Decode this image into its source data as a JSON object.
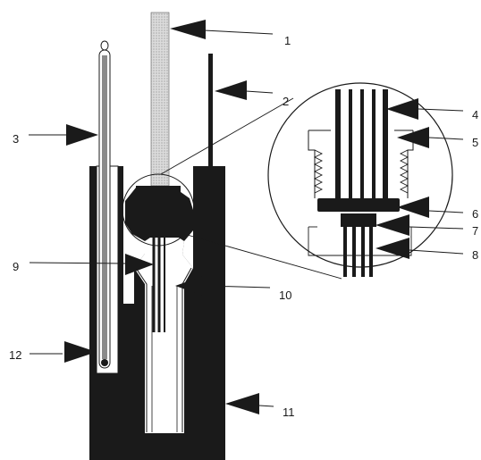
{
  "diagram": {
    "callouts": [
      {
        "id": "1",
        "label": "1"
      },
      {
        "id": "2",
        "label": "2"
      },
      {
        "id": "3",
        "label": "3"
      },
      {
        "id": "4",
        "label": "4"
      },
      {
        "id": "5",
        "label": "5"
      },
      {
        "id": "6",
        "label": "6"
      },
      {
        "id": "7",
        "label": "7"
      },
      {
        "id": "8",
        "label": "8"
      },
      {
        "id": "9",
        "label": "9"
      },
      {
        "id": "10",
        "label": "10"
      },
      {
        "id": "11",
        "label": "11"
      },
      {
        "id": "12",
        "label": "12"
      }
    ],
    "colors": {
      "ink": "#1a1a1a",
      "stipple": "#c8c8c8",
      "paper": "#ffffff"
    }
  }
}
